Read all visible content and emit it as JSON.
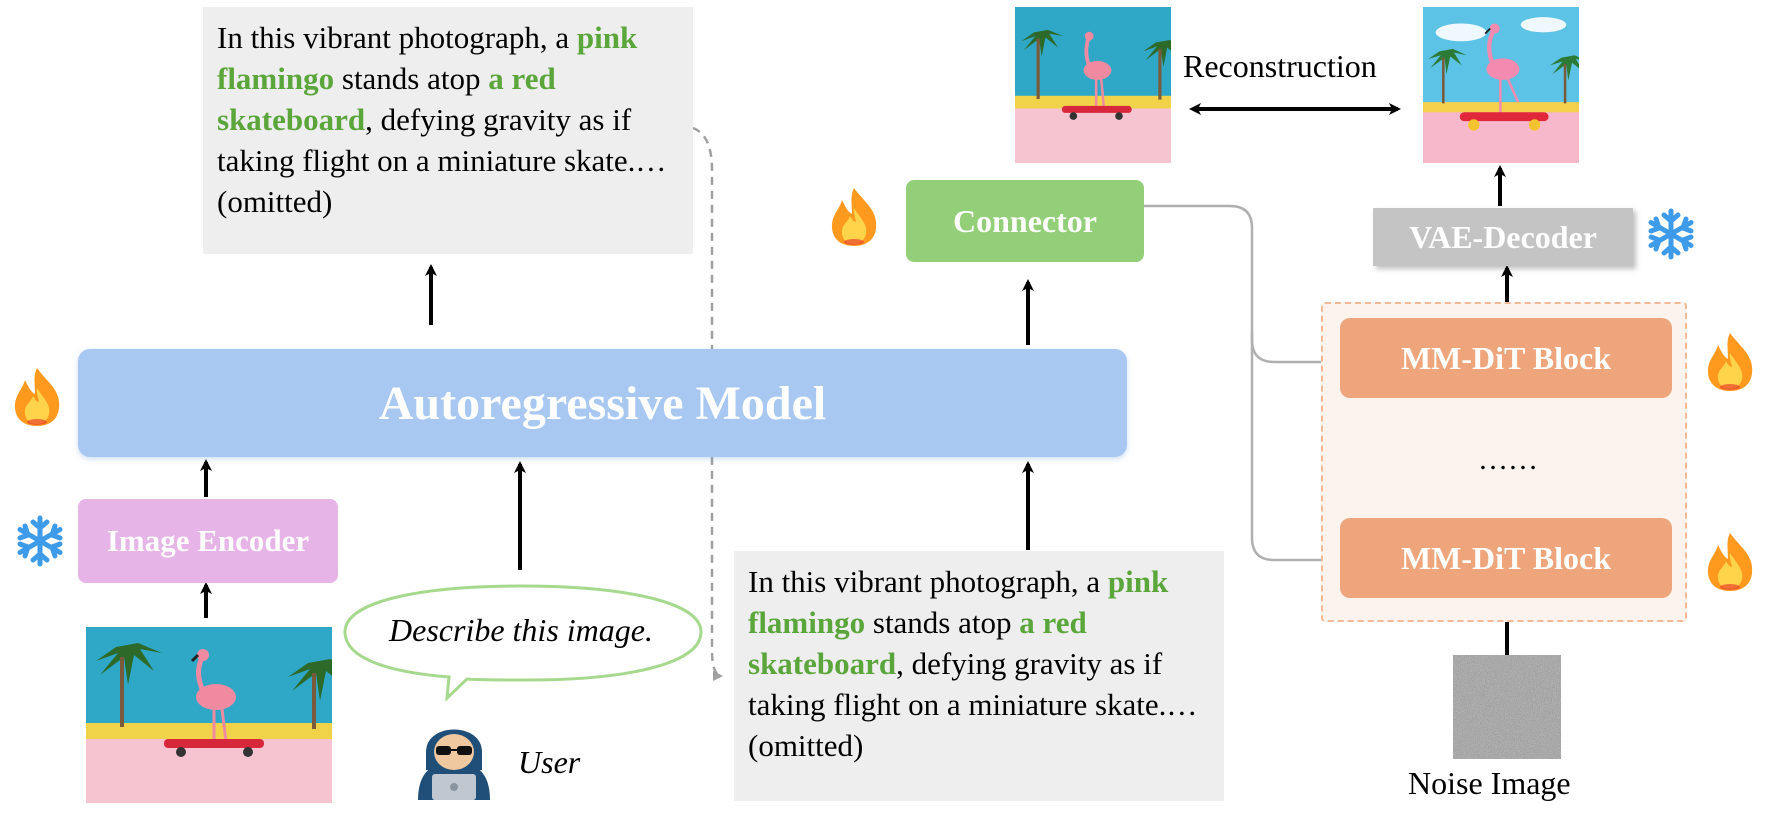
{
  "caption_top": {
    "pre": "In this vibrant photograph, a ",
    "hl1": "pink flamingo",
    "mid": " stands atop ",
    "hl2": "a red skateboard",
    "post": ", defying gravity as if taking flight on a miniature skate.…(omitted)"
  },
  "caption_bottom": {
    "pre": "In this vibrant photograph, a ",
    "hl1": "pink flamingo",
    "mid": " stands atop ",
    "hl2": "a red skateboard",
    "post": ", defying gravity as if taking flight on a miniature skate.…(omitted)"
  },
  "blocks": {
    "autoregressive_model": "Autoregressive Model",
    "image_encoder": "Image Encoder",
    "connector": "Connector",
    "vae_decoder": "VAE-Decoder",
    "mmdit_top": "MM-DiT Block",
    "mmdit_bottom": "MM-DiT Block",
    "ellipsis": "……"
  },
  "labels": {
    "reconstruction": "Reconstruction",
    "user": "User",
    "user_prompt": "Describe this image.",
    "noise_image": "Noise Image"
  },
  "icons": {
    "trainable": "fire-icon",
    "frozen": "snowflake-icon"
  },
  "colors": {
    "highlight_green": "#5aa63a",
    "autoregressive": "#a8c8f2",
    "image_encoder": "#e6b4e6",
    "connector": "#93cf78",
    "vae_decoder": "#c4c4c4",
    "mmdit": "#efa57c"
  }
}
